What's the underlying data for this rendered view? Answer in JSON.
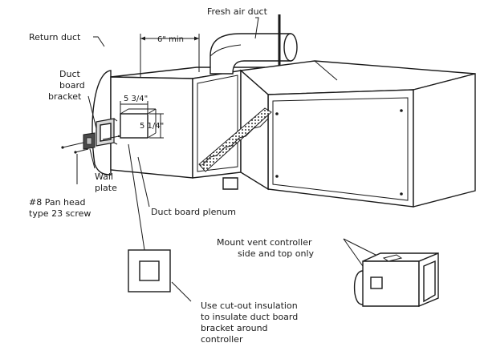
{
  "labels": {
    "fresh_air_duct": "Fresh air duct",
    "return_duct": "Return duct",
    "six_min": "6\" min",
    "duct_board_bracket": [
      "Duct",
      "board",
      "bracket"
    ],
    "dim_width": "5 3/4\"",
    "dim_height": "5 1/4\"",
    "wall_plate": [
      "Wall",
      "plate"
    ],
    "screw": [
      "#8 Pan head",
      "type 23 screw"
    ],
    "plenum": "Duct board plenum",
    "mount_vent": [
      "Mount vent controller",
      "side and top only"
    ],
    "cutout": [
      "Use cut-out insulation",
      "to insulate duct board",
      "bracket around",
      "controller"
    ]
  }
}
